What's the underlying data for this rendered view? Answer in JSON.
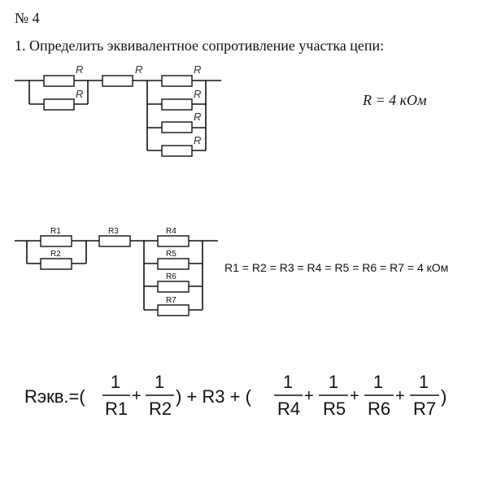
{
  "task": {
    "number": "№ 4",
    "text": "1. Определить эквивалентное сопротивление участка цепи:"
  },
  "given": {
    "value": "R = 4 кОм"
  },
  "circuit_top": {
    "resistor_label": "R"
  },
  "circuit_bottom": {
    "labels": [
      "R1",
      "R2",
      "R3",
      "R4",
      "R5",
      "R6",
      "R7"
    ],
    "equality": "R1 = R2 = R3 = R4 = R5 = R6 = R7 = 4 кОм"
  },
  "formula": {
    "lhs": "Rэкв.=(",
    "numerator": "1",
    "plus": "+",
    "mid1": ") + R3 + (",
    "close": ")",
    "group1": [
      "R1",
      "R2"
    ],
    "group2": [
      "R4",
      "R5",
      "R6",
      "R7"
    ]
  }
}
